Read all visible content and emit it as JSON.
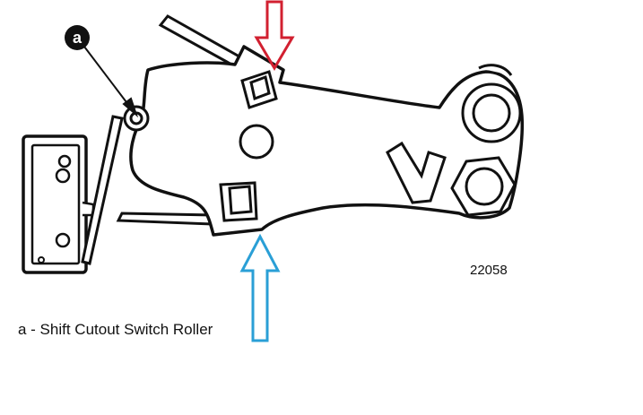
{
  "callout": {
    "letter": "a"
  },
  "figure_number": "22058",
  "caption": "a - Shift Cutout Switch Roller",
  "colors": {
    "line": "#111111",
    "arrow_top": "#d22030",
    "arrow_bottom": "#2a9fd6",
    "background": "#ffffff"
  }
}
